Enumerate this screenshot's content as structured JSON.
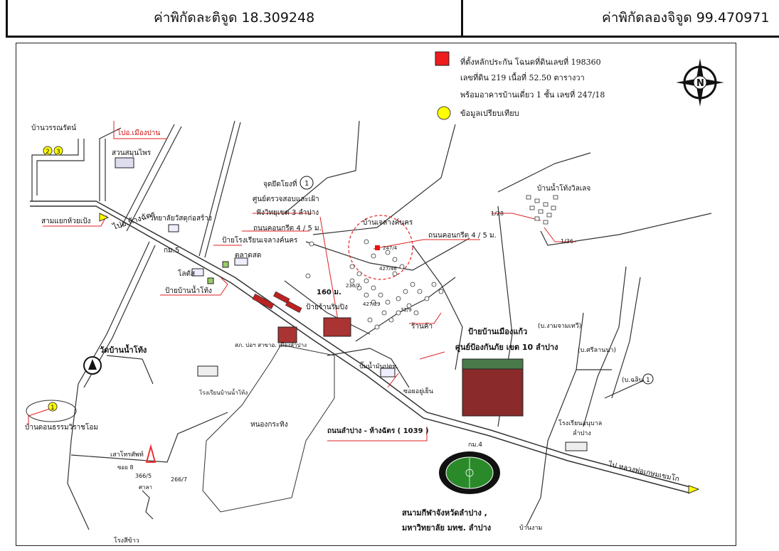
{
  "header": {
    "latitude_text": "ค่าพิกัดละติจูด 18.309248",
    "longitude_text": "ค่าพิกัดลองจิจูด 99.470971"
  },
  "legend": {
    "subject_line1": "ที่ตั้งหลักประกัน โฉนดที่ดินเลขที่ 198360",
    "subject_line2": "เลขที่ดิน 219 เนื้อที่ 52.50 ตารางวา",
    "subject_line3": "พร้อมอาคารบ้านเดี่ยว 1 ชั้น เลขที่ 247/18",
    "comparable": "ข้อมูลเปรียบเทียบ",
    "subject_color": "#ee1c1c",
    "comparable_color": "#ffff00",
    "north": "N"
  },
  "labels": {
    "ban_wannarat": "บ้านวรรณรัตน์",
    "to_mueang_pan": "ไปอ.เมืองปาน",
    "suan_samunphrai": "สวนสมุนไพร",
    "sam_yaek": "สามแยกห้วยเป้ง",
    "to_hang_chat": "ไปอ.ห้างฉัตร",
    "km5": "กม.5",
    "college": "วิทยาลัยวัสดุก่อสร้าง",
    "school_sign": "ป้ายโรงเรียนเจลางค์นคร",
    "talat": "ตลาดสด",
    "lotus": "โลตัส",
    "ban_nam_thong_sign": "ป้ายบ้านน้ำโท้ง",
    "wat_ban_nam_thong": "วัดบ้านน้ำโท้ง",
    "ban_don": "บ้านดอนธรรมวิราชโอม",
    "ref_point": "จุดยึดโยงที่",
    "ref_num": "1",
    "center_line1": "ศูนย์ตรวจสอบและเฝ้า",
    "center_line2": "ฟังวิทยุเขต 3 ลำปาง",
    "road_concrete": "ถนนคอนกรีต 4 / 5 ม.",
    "ban_jelang": "บ้านเจลางค์นคร",
    "road_concrete2": "ถนนคอนกรีต 4 / 5 ม.",
    "h_247": "247/4",
    "h_427_46": "427/46",
    "h_236": "236/7",
    "h_427_29": "427/29",
    "h_32": "32/9",
    "dist": "160 ม.",
    "shop_sign": "ป้ายร้านริมปิง",
    "shop": "ร้านค้า",
    "bannam_village": "บ้านน้ำโท้งวิลเลจ",
    "n128": "1/28",
    "n136": "1/36",
    "police": "สภ. บ่อฯ สาขาอ. เมืองลำปาง",
    "school_nam_thong": "โรงเรียนบ้านน้ำโท้ง",
    "nong_krathing": "หนองกระทิง",
    "ptt": "ปั๊มน้ำมันปตท.",
    "soi": "ซอยอยู่เย็น",
    "ban_mueang_kaeo": "ป้ายบ้านเมืองแก้ว",
    "disaster_center": "ศูนย์ป้องกันภัย เขต 10 ลำปาง",
    "ban_ngam": "(บ.งามจามเทวี)",
    "ban_si": "(บ.ศรีลานนา)",
    "ban_chalin": "(บ.ฉลิน",
    "ban_chalin_num": "1",
    "highway": "ถนนลำปาง - ห้างฉัตร ( 1039 )",
    "km4": "กม.4",
    "kindergarten_line1": "โรงเรียนอนุบาล",
    "kindergarten_line2": "ลำปาง",
    "to_highway": "ไป หลวงพ่อเกษมเขมโก",
    "stadium_line1": "สนามกีฬาจังหวัดลำปาง ,",
    "stadium_line2": "มหาวิทยาลัย มทช. ลำปาง",
    "ban_ngam2": "บ้านงาม",
    "tower": "เสาโทรศัพท์",
    "soi8": "ซอย 8",
    "n366": "366/5",
    "n266": "266/7",
    "sala": "ศาลา",
    "rong_sao": "โรงสีข้าว",
    "c2": "2",
    "c3": "3",
    "c1": "1"
  }
}
